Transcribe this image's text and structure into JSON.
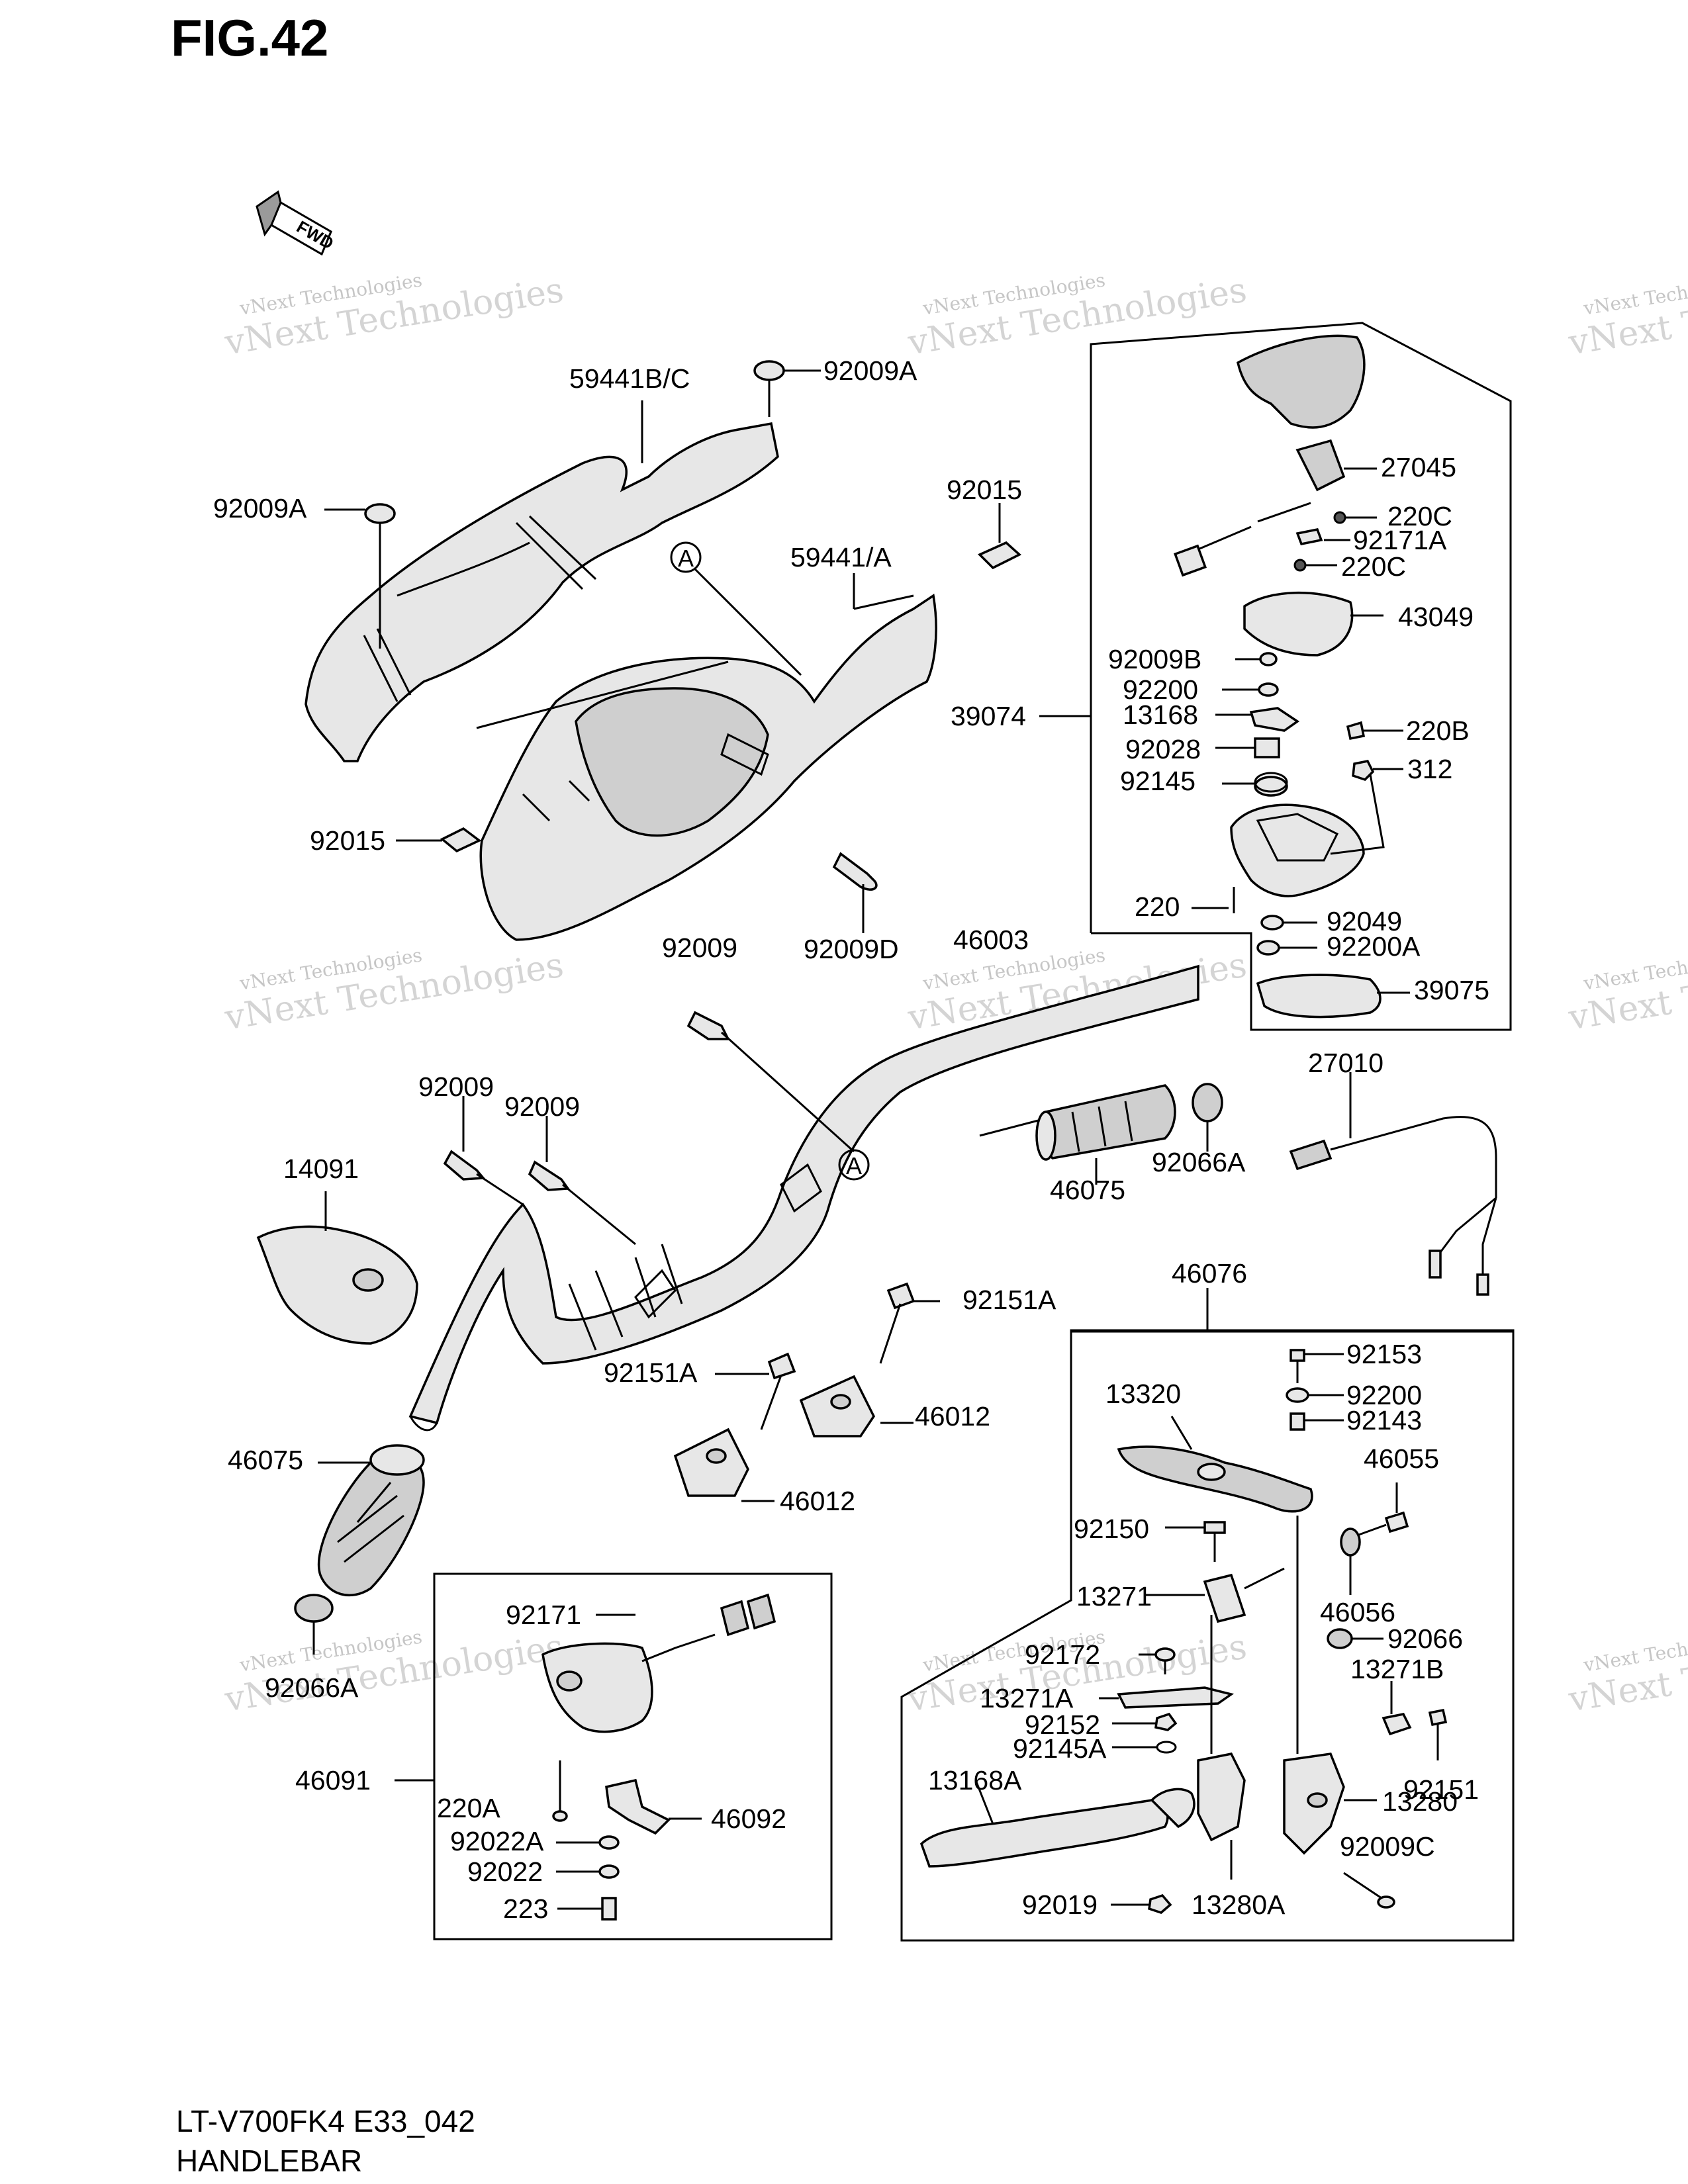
{
  "figure": {
    "title": "FIG.42",
    "code": "LT-V700FK4 E33_042",
    "name": "HANDLEBAR"
  },
  "fwd_arrow": {
    "label": "FWD"
  },
  "watermark": {
    "line1": "vNext Technologies",
    "line2": "vNext Technologies"
  },
  "callouts": {
    "a1": "A",
    "a2": "A"
  },
  "parts": {
    "p59441bc": "59441B/C",
    "p92009a_top": "92009A",
    "p92009a_left": "92009A",
    "p92015_top": "92015",
    "p59441a": "59441/A",
    "p92015_left": "92015",
    "p92009_mid": "92009",
    "p92009d": "92009D",
    "p46003": "46003",
    "p92009_l1": "92009",
    "p92009_l2": "92009",
    "p14091": "14091",
    "p46075_left": "46075",
    "p92066a_left": "92066A",
    "p46075_right": "46075",
    "p92066a_right": "92066A",
    "p27010": "27010",
    "p92151a_1": "92151A",
    "p92151a_2": "92151A",
    "p46012_1": "46012",
    "p46012_2": "46012",
    "p39074": "39074",
    "p27045": "27045",
    "p220c_1": "220C",
    "p92171a": "92171A",
    "p220c_2": "220C",
    "p43049": "43049",
    "p92009b": "92009B",
    "p92200": "92200",
    "p13168": "13168",
    "p220b": "220B",
    "p92028": "92028",
    "p312": "312",
    "p92145": "92145",
    "p220": "220",
    "p92049": "92049",
    "p92200a": "92200A",
    "p39075": "39075",
    "p46076": "46076",
    "p92153": "92153",
    "p13320": "13320",
    "p92200_r": "92200",
    "p92143": "92143",
    "p46055": "46055",
    "p92150": "92150",
    "p13271": "13271",
    "p46056": "46056",
    "p92066": "92066",
    "p92172": "92172",
    "p13271b": "13271B",
    "p13271a": "13271A",
    "p92152": "92152",
    "p92145a": "92145A",
    "p13168a": "13168A",
    "p92151": "92151",
    "p13280": "13280",
    "p92009c": "92009C",
    "p92019": "92019",
    "p13280a": "13280A",
    "p92171": "92171",
    "p46091": "46091",
    "p220a": "220A",
    "p46092": "46092",
    "p92022a": "92022A",
    "p92022": "92022",
    "p223": "223"
  }
}
